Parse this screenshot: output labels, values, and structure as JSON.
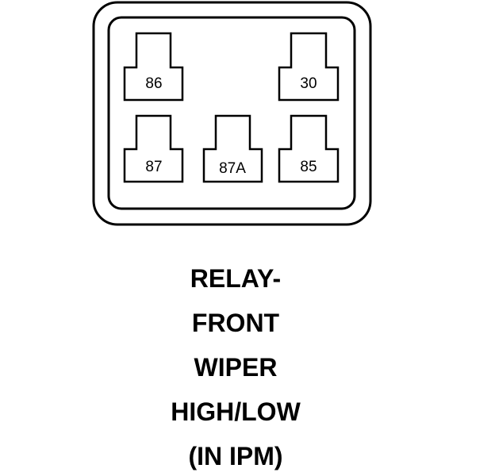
{
  "relay": {
    "pins": [
      {
        "id": "86",
        "label": "86"
      },
      {
        "id": "30",
        "label": "30"
      },
      {
        "id": "87",
        "label": "87"
      },
      {
        "id": "87a",
        "label": "87A"
      },
      {
        "id": "85",
        "label": "85"
      }
    ]
  },
  "caption": {
    "lines": [
      "RELAY-",
      "FRONT",
      "WIPER",
      "HIGH/LOW",
      "(IN IPM)"
    ]
  },
  "colors": {
    "stroke": "#000000",
    "background": "#ffffff"
  }
}
